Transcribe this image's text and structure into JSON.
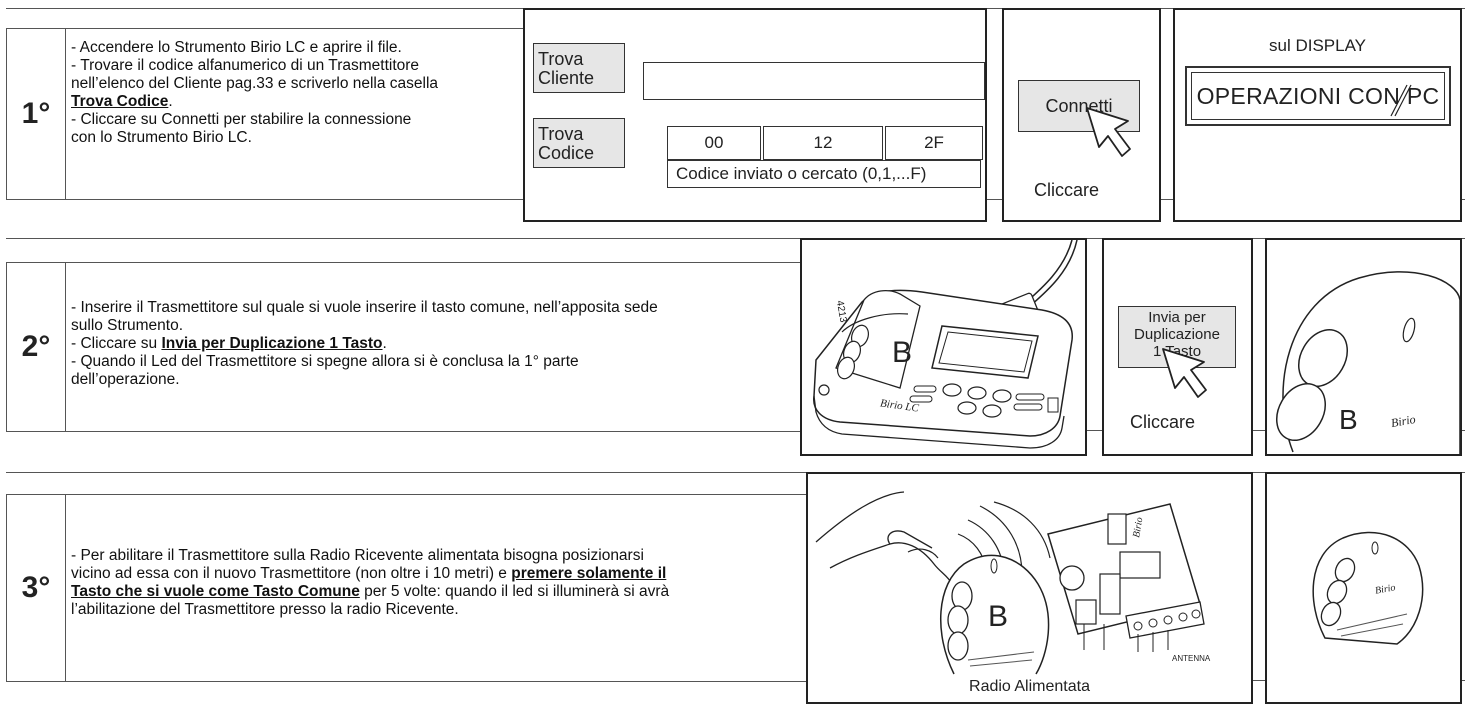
{
  "step1": {
    "number": "1°",
    "line1": "- Accendere lo Strumento Birio LC e aprire il file.",
    "line2": "- Trovare il codice alfanumerico di un Trasmettitore",
    "line3": "nell’elenco del Cliente pag.33 e scriverlo nella casella",
    "line4_bold": "Trova Codice",
    "line4_tail": ".",
    "line5": "- Cliccare su Connetti per stabilire la connessione",
    "line6": "con lo Strumento Birio LC.",
    "panel": {
      "trova_cliente": "Trova\nCliente",
      "trova_codice": "Trova\nCodice",
      "code_cells": [
        "00",
        "12",
        "2F"
      ],
      "code_caption": "Codice inviato o cercato (0,1,...F)"
    },
    "connect_panel": {
      "button": "Connetti",
      "caption": "Cliccare"
    },
    "display_panel": {
      "label": "sul DISPLAY",
      "display_text": "OPERAZIONI CON PC"
    }
  },
  "step2": {
    "number": "2°",
    "line1": "- Inserire il Trasmettitore sul quale si vuole inserire il tasto comune, nell’apposita sede",
    "line2": "sullo Strumento.",
    "line3_head": "- Cliccare su ",
    "line3_bold": "Invia per Duplicazione 1 Tasto",
    "line3_tail": ".",
    "line4": "- Quando il Led del Trasmettitore si spegne allora si è conclusa la 1° parte",
    "line5": "dell’operazione.",
    "device_letter": "B",
    "device_model": "4213",
    "device_brand": "Birio LC",
    "send_button": "Invia per\nDuplicazione\n1 Tasto",
    "send_caption": "Cliccare",
    "remote_letter": "B",
    "remote_brand": "Birio"
  },
  "step3": {
    "number": "3°",
    "line1": "- Per abilitare il Trasmettitore sulla Radio Ricevente alimentata bisogna posizionarsi",
    "line2_head": "vicino ad essa con il nuovo Trasmettitore (non oltre i 10 metri) e ",
    "line2_bold": "premere solamente il",
    "line3_bold": "Tasto che si vuole come Tasto Comune",
    "line3_tail": " per 5 volte: quando il led si illuminerà si avrà",
    "line4": "l’abilitazione del Trasmettitore presso la radio Ricevente.",
    "remote_letter": "B",
    "receiver_brand": "Birio",
    "antenna_label": "ANTENNA",
    "radio_caption": "Radio Alimentata",
    "small_remote_brand": "Birio"
  }
}
